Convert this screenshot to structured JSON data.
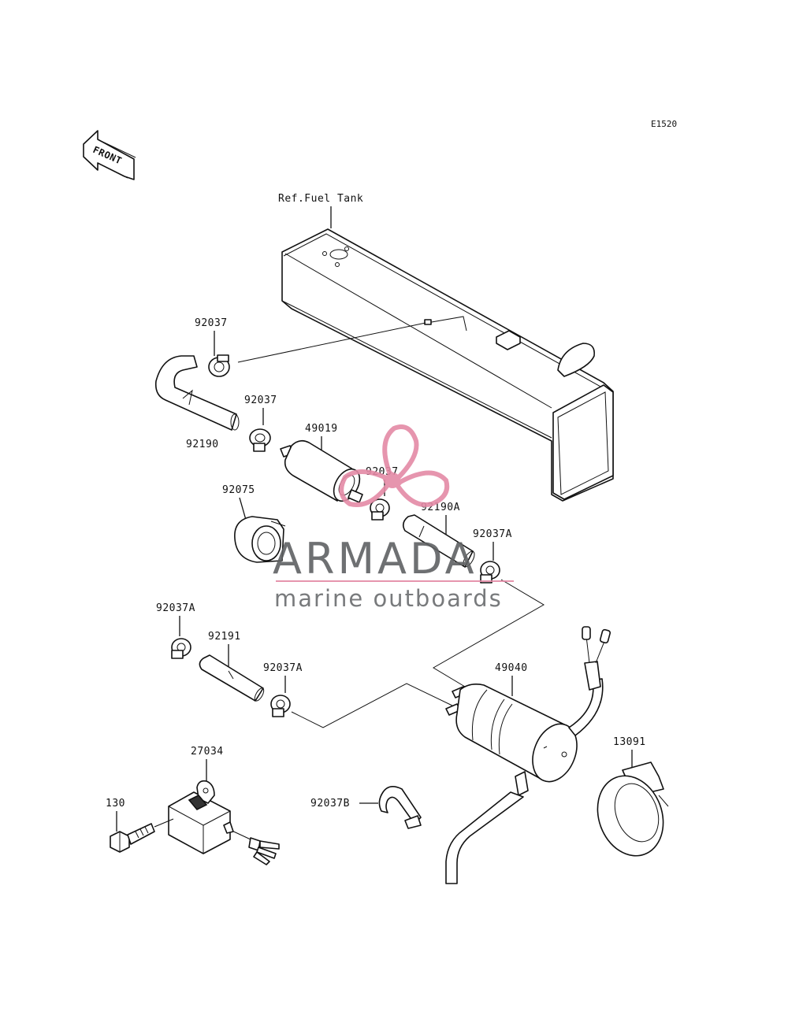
{
  "diagram_code": "E1520",
  "front_arrow_text": "FRONT",
  "callouts": {
    "fuel_tank": "Ref.Fuel Tank",
    "clamp_top": "92037",
    "hose_top": "92190",
    "clamp_2": "92037",
    "filter": "49019",
    "clamp_3": "92037",
    "hose_a": "92190A",
    "holder": "92075",
    "clamp_a_right": "92037A",
    "clamp_a_left": "92037A",
    "hose_short": "92191",
    "clamp_a_mid": "92037A",
    "pump": "49040",
    "bracket_pump": "13091",
    "relay": "27034",
    "bolt": "130",
    "clamp_b": "92037B"
  },
  "watermark": {
    "brand": "ARMADA",
    "tagline": "marine outboards",
    "accent_color": "#e48aa6",
    "text_color": "#5f6163"
  },
  "colors": {
    "line": "#111111",
    "background": "#ffffff"
  }
}
